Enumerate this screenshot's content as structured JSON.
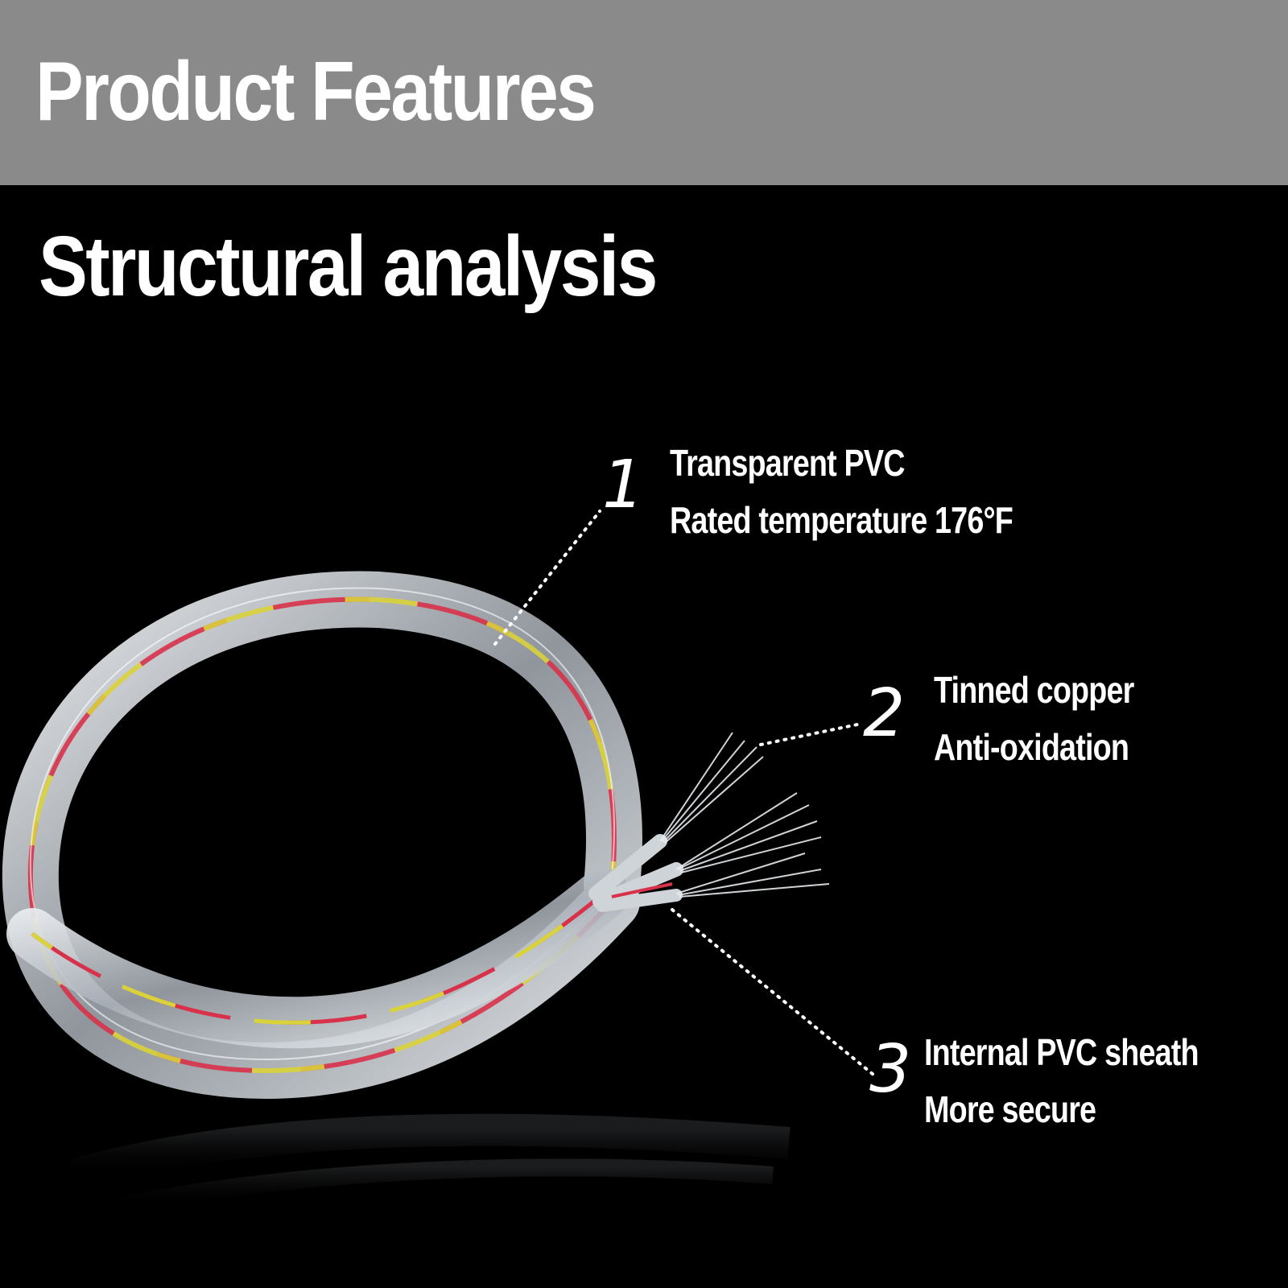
{
  "header": {
    "title": "Product Features"
  },
  "section": {
    "title": "Structural analysis"
  },
  "callouts": [
    {
      "number": "1",
      "line1": "Transparent PVC",
      "line2": "Rated temperature 176°F"
    },
    {
      "number": "2",
      "line1": "Tinned copper",
      "line2": "Anti-oxidation"
    },
    {
      "number": "3",
      "line1": "Internal PVC sheath",
      "line2": "More secure"
    }
  ],
  "colors": {
    "header_band": "#8a8a8a",
    "background": "#000000",
    "text": "#ffffff",
    "wire_red": "#d8324a",
    "wire_yellow": "#d9d23a",
    "jacket": "#d7dbe0"
  }
}
